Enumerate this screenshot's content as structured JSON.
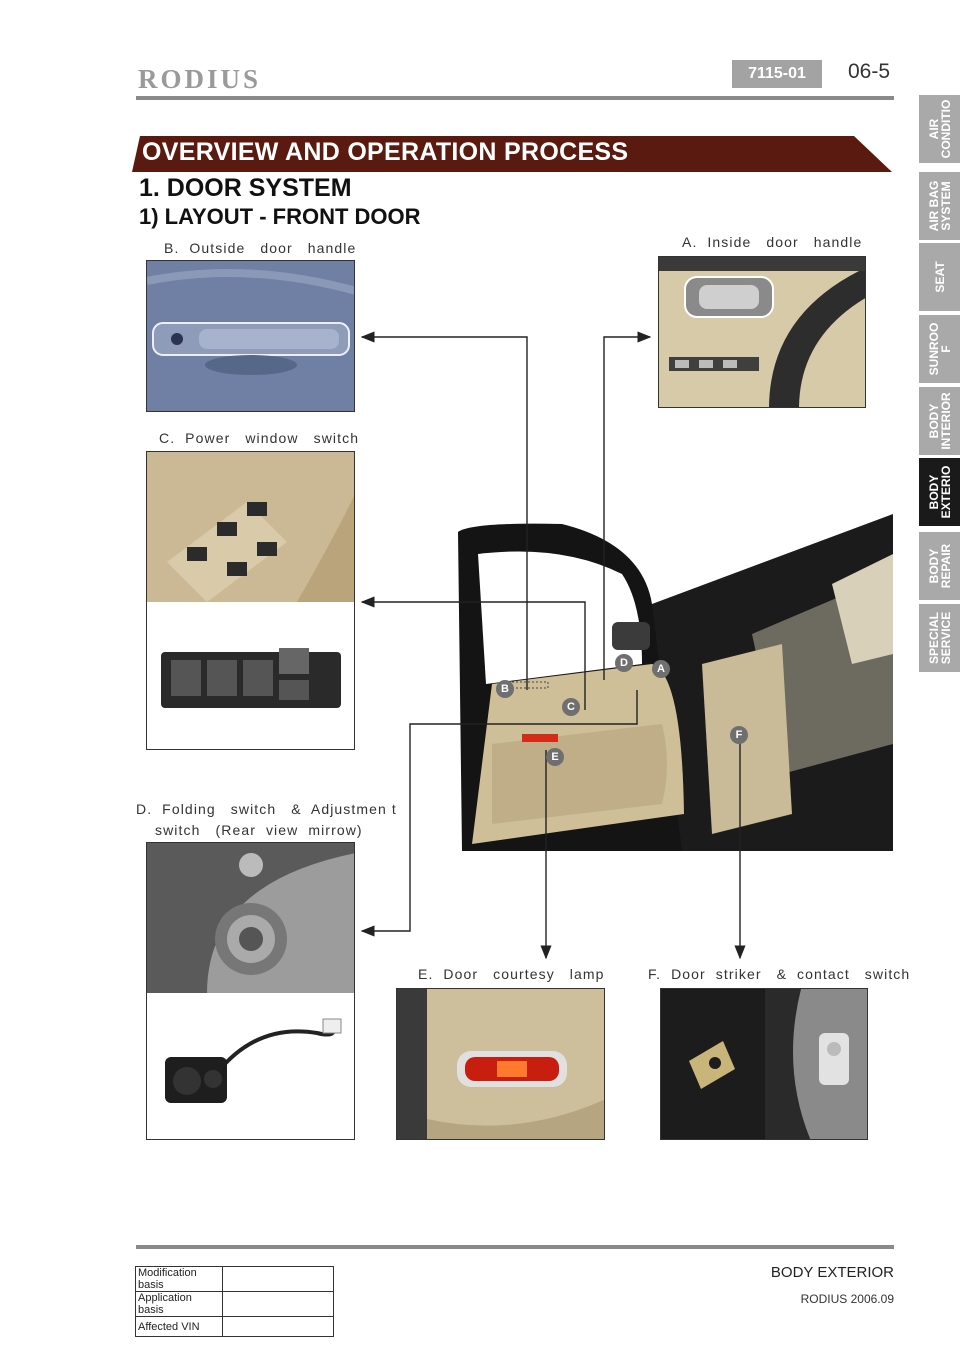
{
  "header": {
    "logo": "RODIUS",
    "code": "7115-01",
    "page": "06-5"
  },
  "banner": "OVERVIEW AND OPERATION PROCESS",
  "section_title": "1. DOOR SYSTEM",
  "subsection_title": "1) LAYOUT - FRONT DOOR",
  "captions": {
    "a": "A.  Inside   door   handle",
    "b": "B.  Outside   door   handle",
    "c": "C.  Power   window   switch",
    "d1": "D.  Folding   switch   &  Adjustmen t",
    "d2": "switch   (Rear  view  mirrow)",
    "e": "E.  Door   courtesy   lamp",
    "f": "F.  Door  striker   &  contact   switch"
  },
  "callouts": [
    "A",
    "B",
    "C",
    "D",
    "E",
    "F"
  ],
  "side_tabs": [
    {
      "label": "AIR CONDITIO",
      "active": false
    },
    {
      "label": "AIR BAG SYSTEM",
      "active": false
    },
    {
      "label": "SEAT",
      "active": false
    },
    {
      "label": "SUNROO F",
      "active": false
    },
    {
      "label": "BODY INTERIOR",
      "active": false
    },
    {
      "label": "BODY EXTERIO",
      "active": true
    },
    {
      "label": "BODY REPAIR",
      "active": false
    },
    {
      "label": "SPECIAL SERVICE",
      "active": false
    }
  ],
  "tab_lines": [
    [
      "AIR",
      "CONDITIO"
    ],
    [
      "AIR BAG",
      "SYSTEM"
    ],
    [
      "SEAT"
    ],
    [
      "SUNROO",
      "F"
    ],
    [
      "BODY",
      "INTERIOR"
    ],
    [
      "BODY",
      "EXTERIO"
    ],
    [
      "BODY",
      "REPAIR"
    ],
    [
      "SPECIAL",
      "SERVICE"
    ]
  ],
  "footer": {
    "title": "BODY EXTERIOR",
    "sub": "RODIUS 2006.09",
    "table": [
      {
        "label": "Modification basis",
        "value": ""
      },
      {
        "label": "Application basis",
        "value": ""
      },
      {
        "label": "Affected VIN",
        "value": ""
      }
    ]
  },
  "colors": {
    "banner": "#5a1a10",
    "tab_inactive": "#a9a9a9",
    "tab_active": "#1a1a1a",
    "callout": "#6f6f6f"
  }
}
